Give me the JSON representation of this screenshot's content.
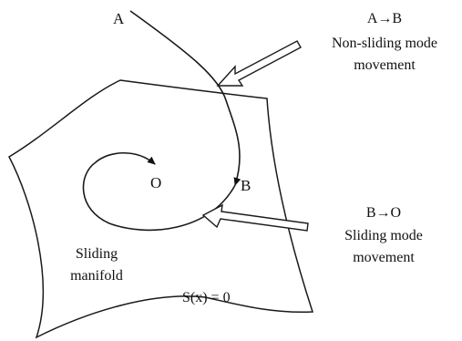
{
  "labels": {
    "point_a": "A",
    "point_b": "B",
    "point_o": "O",
    "a_to_b_title": "A→B",
    "a_to_b_line1": "Non-sliding mode",
    "a_to_b_line2": "movement",
    "b_to_o_title": "B→O",
    "b_to_o_line1": "Sliding mode",
    "b_to_o_line2": "movement",
    "manifold_line1": "Sliding",
    "manifold_line2": "manifold",
    "surface_equation": "S(x) = 0"
  }
}
